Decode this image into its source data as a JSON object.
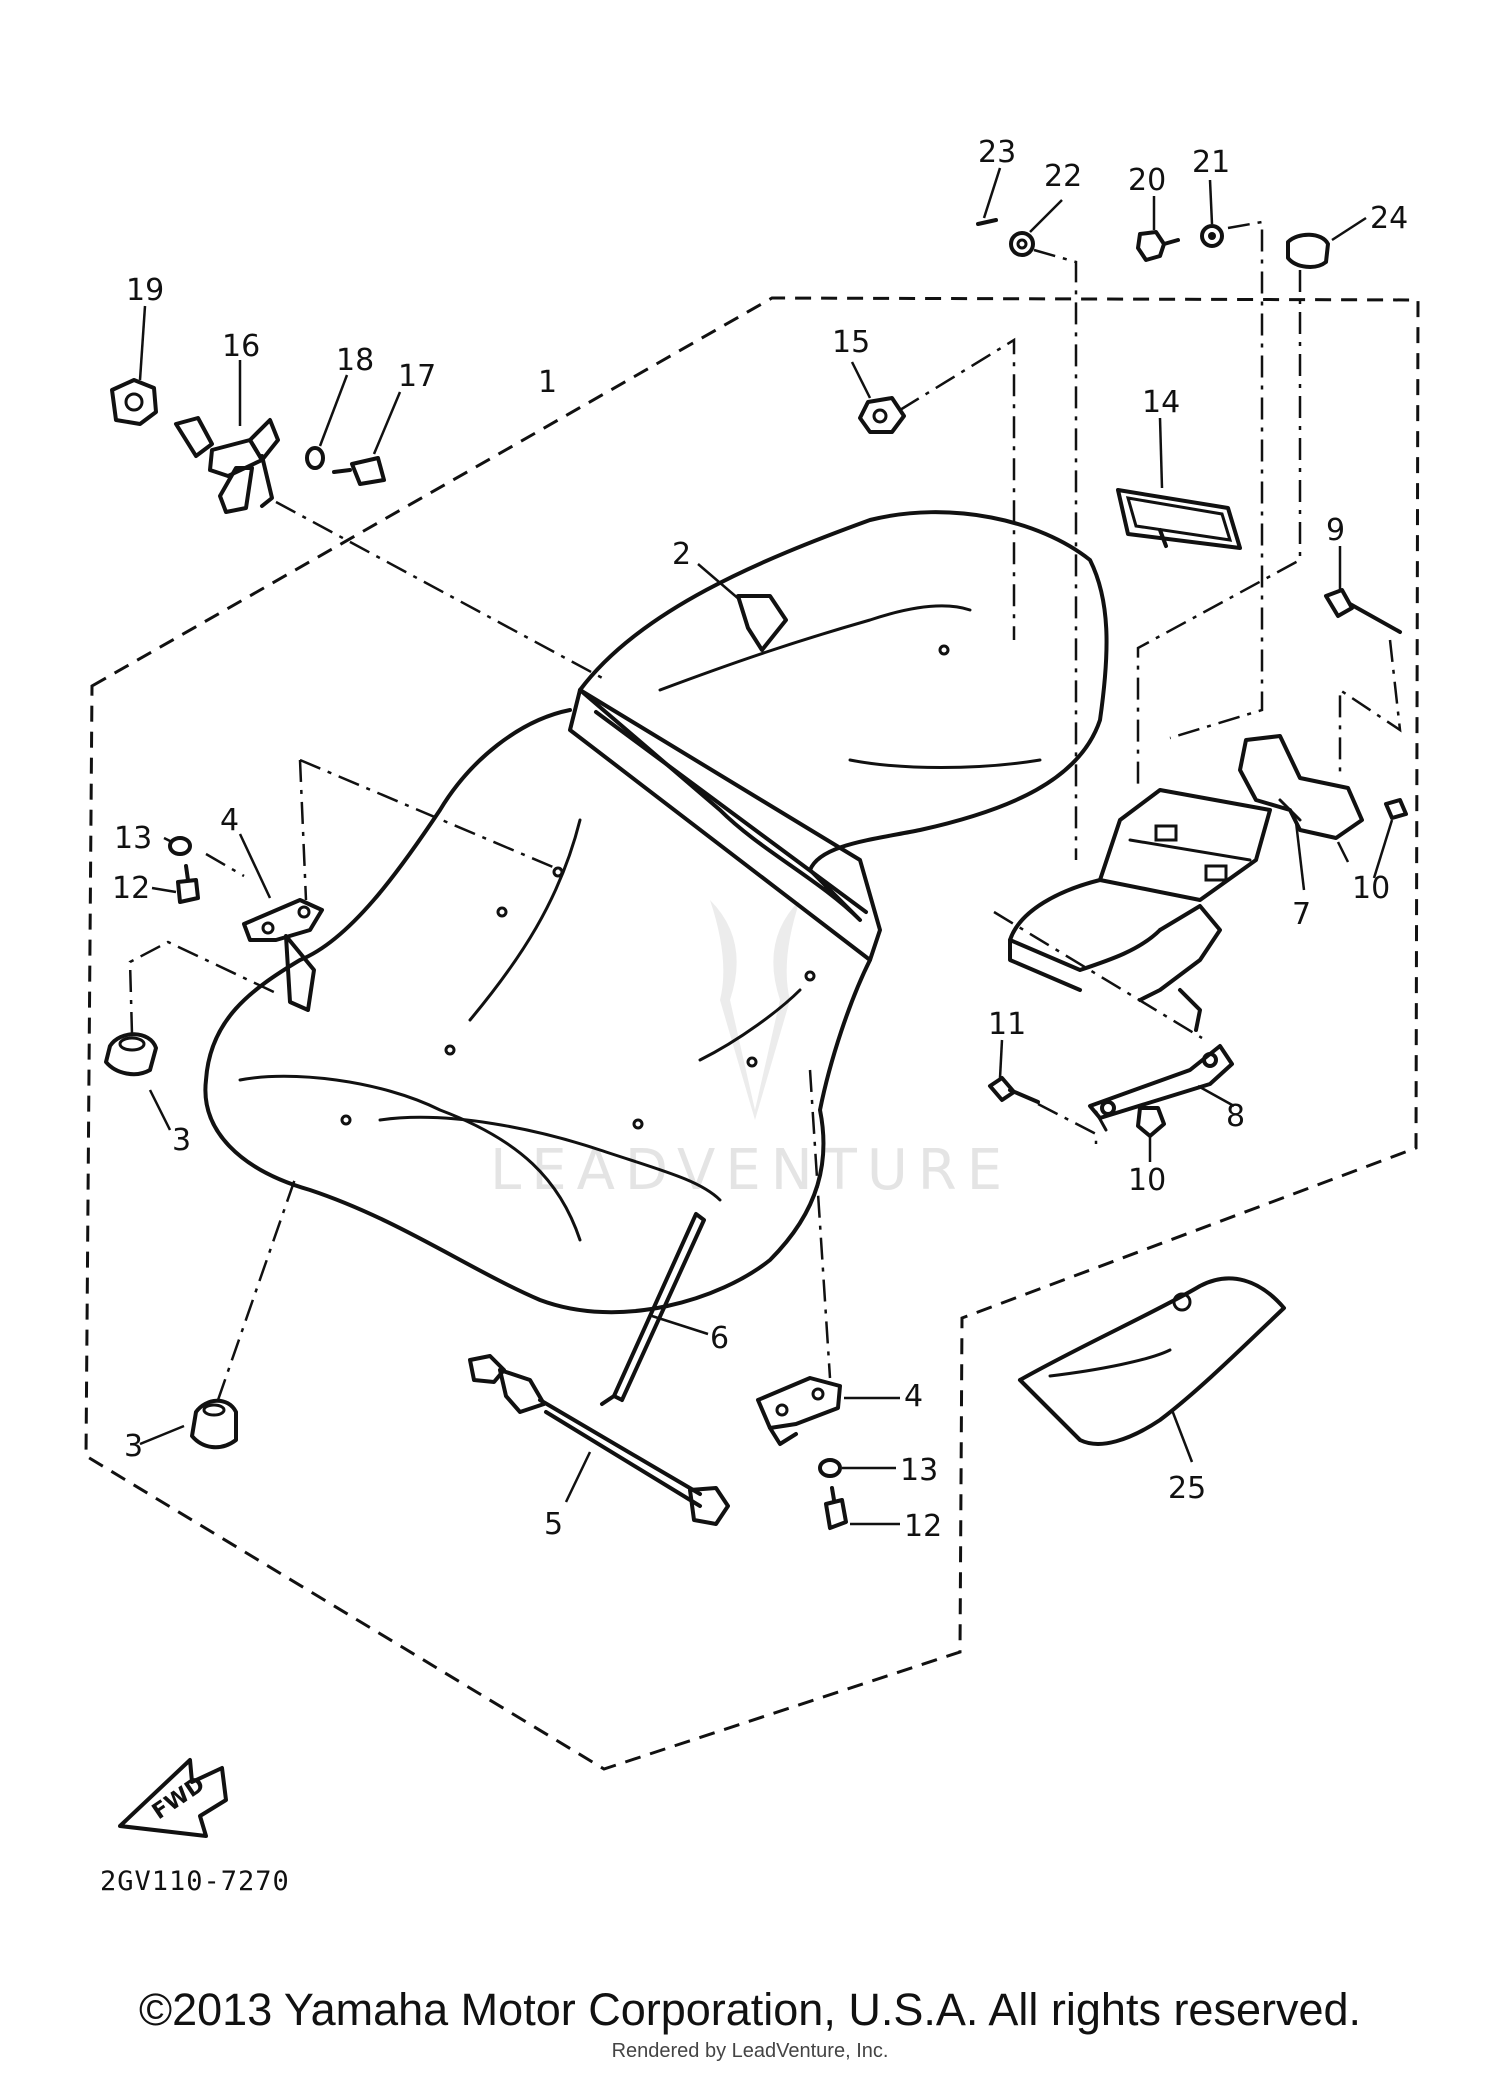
{
  "diagram": {
    "code": "2GV110-7270",
    "fwd_label": "FWD",
    "callouts": [
      "1",
      "2",
      "3",
      "3",
      "4",
      "4",
      "5",
      "6",
      "7",
      "8",
      "9",
      "10",
      "10",
      "11",
      "12",
      "12",
      "13",
      "13",
      "14",
      "15",
      "16",
      "17",
      "18",
      "19",
      "20",
      "21",
      "22",
      "23",
      "24",
      "25"
    ]
  },
  "watermark": {
    "text": "LEADVENTURE"
  },
  "footer": {
    "copyright": "©2013 Yamaha Motor Corporation, U.S.A. All rights reserved.",
    "rendered_by": "Rendered by LeadVenture, Inc."
  }
}
